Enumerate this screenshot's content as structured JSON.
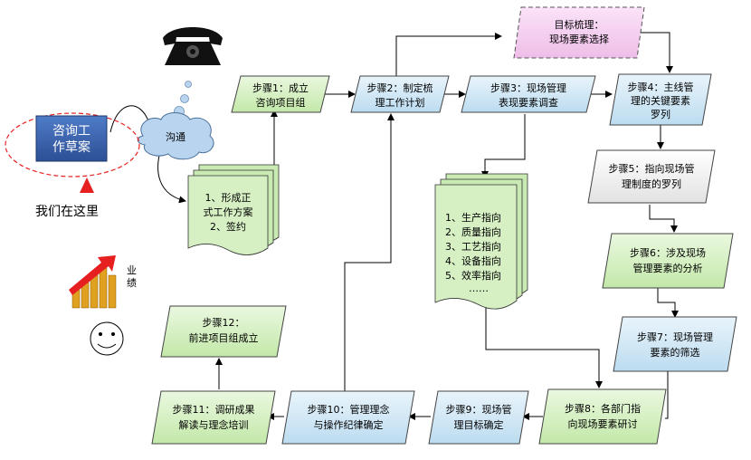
{
  "draft": {
    "line1": "咨询工",
    "line2": "作草案"
  },
  "we_are_here": "我们在这里",
  "communicate": "沟通",
  "contract_doc": {
    "line1": "1、形成正",
    "line2": "式工作方案",
    "line3": "2、签约"
  },
  "performance": {
    "line1": "业",
    "line2": "绩"
  },
  "steps": {
    "s1": {
      "line1": "步骤1：成立",
      "line2": "咨询项目组"
    },
    "s2": {
      "line1": "步骤2：制定梳",
      "line2": "理工作计划"
    },
    "s3": {
      "line1": "步骤3：现场管理",
      "line2": "表现要素调查"
    },
    "s4": {
      "line1": "步骤4：主线管",
      "line2": "理的关键要素",
      "line3": "罗列"
    },
    "s5": {
      "line1": "步骤5：指向现场管",
      "line2": "理制度的罗列"
    },
    "s6": {
      "line1": "步骤6：涉及现场",
      "line2": "管理要素的分析"
    },
    "s7": {
      "line1": "步骤7：现场管理",
      "line2": "要素的筛选"
    },
    "s8": {
      "line1": "步骤8：各部门指",
      "line2": "向现场要素研讨"
    },
    "s9": {
      "line1": "步骤9：现场管",
      "line2": "理目标确定"
    },
    "s10": {
      "line1": "步骤10：管理理念",
      "line2": "与操作纪律确定"
    },
    "s11": {
      "line1": "步骤11：调研成果",
      "line2": "解读与理念培训"
    },
    "s12": {
      "line1": "步骤12：",
      "line2": "前进项目组成立"
    }
  },
  "goal": {
    "line1": "目标梳理：",
    "line2": "现场要素选择"
  },
  "indicators": [
    "1、生产指向",
    "2、质量指向",
    "3、工艺指向",
    "4、设备指向",
    "5、效率指向",
    "……"
  ],
  "colors": {
    "blue_fill": "#cfe6f5",
    "green_fill": "#d6f0c4",
    "gray_fill": "#f2f2f2",
    "pink_fill": "#f5cdf0",
    "doc_fill": "#c9eab3",
    "cloud_fill": "#b9d4ee",
    "draft_fill": "#3a62b0",
    "alert_red": "#e62020"
  }
}
